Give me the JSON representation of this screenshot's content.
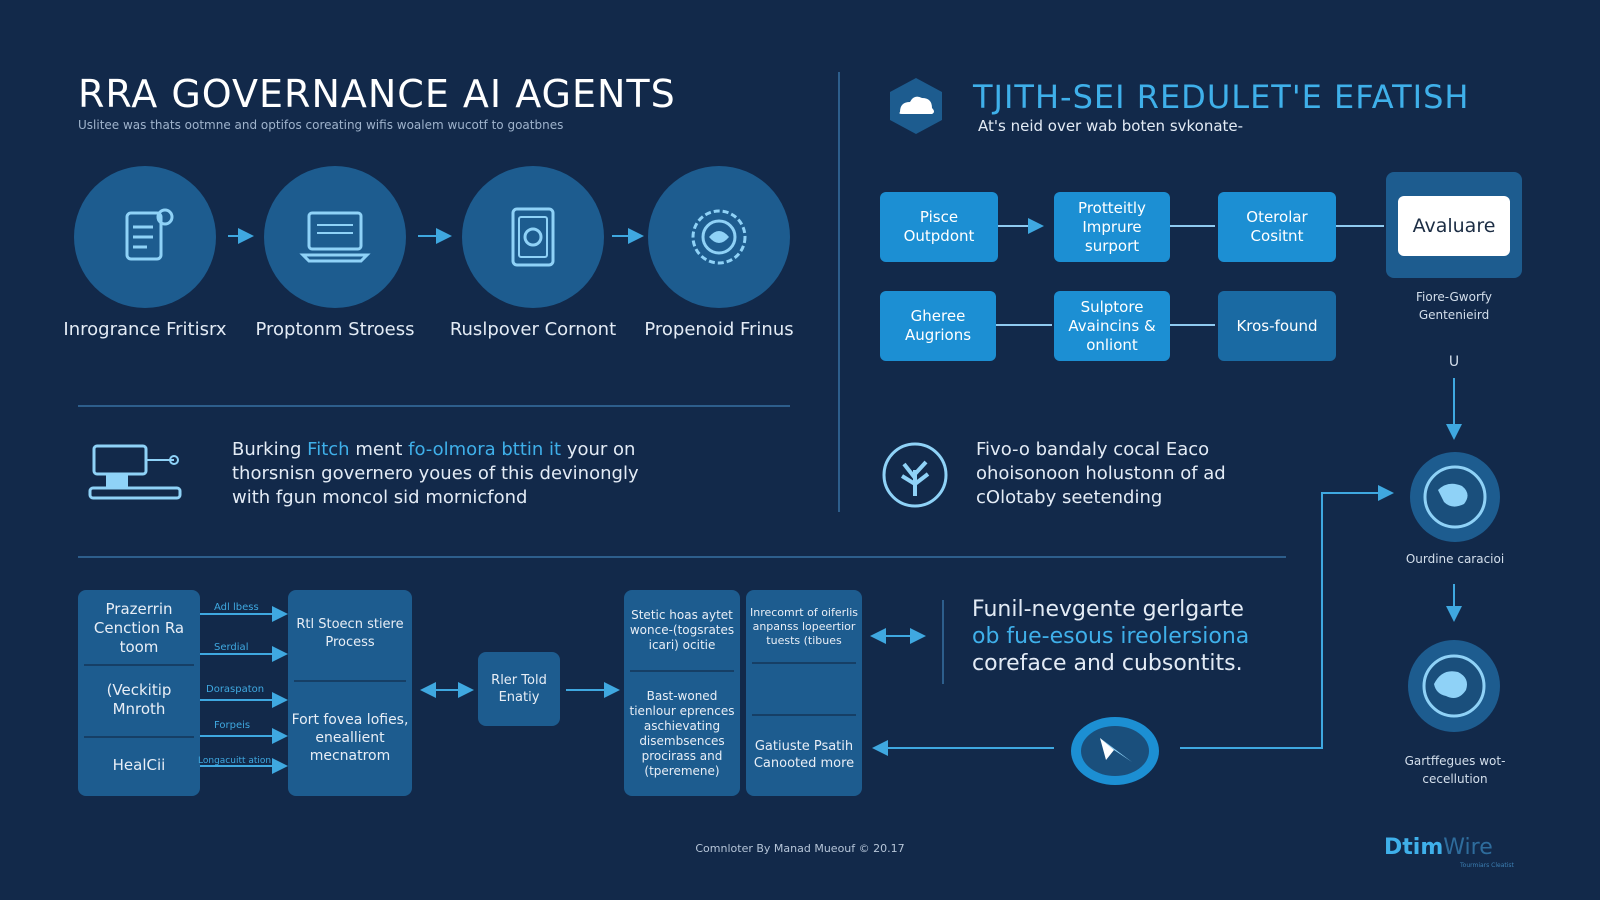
{
  "left": {
    "title": "RRA GOVERNANCE AI AGENTS",
    "subtitle": "Uslitee was thats ootmne and optifos coreating wifis woalem wucotf to goatbnes",
    "steps": [
      {
        "label": "Inrogrance Fritisrx",
        "icon": "document-icon"
      },
      {
        "label": "Proptonm Stroess",
        "icon": "laptop-icon"
      },
      {
        "label": "Ruslpover Cornont",
        "icon": "file-lock-icon"
      },
      {
        "label": "Propenoid Frinus",
        "icon": "globe-gear-icon"
      }
    ],
    "note": {
      "line1_a": "Burking",
      "line1_hl1": "Fitch",
      "line1_b": "ment",
      "line1_hl2": "fo-olmora bttin it",
      "line1_c": "your on",
      "line2": "thorsnisn governero youes of this devinongly",
      "line3": "with fgun moncol sid mornicfond",
      "icon": "machine-icon"
    }
  },
  "right": {
    "title": "TJITH-SEI REDULET'E EFATISH",
    "subtitle": "At's neid over wab boten svkonate-",
    "boxes": {
      "b1": "Pisce Outpdont",
      "b2": "Protteitly Imprure surport",
      "b3": "Oterolar Cositnt",
      "b4": "Avaluare",
      "b5": "Gheree Augrions",
      "b6": "Sulptore Avaincins & onliont",
      "b7": "Kros-found"
    },
    "side_label": "Fiore-Gworfy Gentenieird",
    "side_mark": "U",
    "note": {
      "line1": "Fivo-o bandaly cocal Eaco",
      "line2": "ohoisonoon holustonn of ad",
      "line3": "cOlotaby seetending",
      "icon": "tree-icon"
    },
    "globe1_label": "Ourdine caracioi",
    "globe2_label": "Gartffegues wot-cecellution"
  },
  "bottom": {
    "left_cells": [
      "Prazerrin Cenction Ra toom",
      "(Veckitip Mnroth",
      "HealCii"
    ],
    "arrow_labels": [
      "Adl lbess",
      "Serdial",
      "Doraspaton",
      "Forpeis",
      "Longacuitt ation"
    ],
    "mid_cells": [
      "Rtl Stoecn stiere Process",
      "Fort fovea lofies, eneallient mecnatrom"
    ],
    "center_box": "Rler Told Enatiy",
    "col1_cells": [
      "Stetic hoas aytet wonce-(togsrates icari) ocitie",
      "Bast-woned tienlour eprences aschievating disembsences procirass and (tperemene)"
    ],
    "col2_cells": [
      "Inrecomrt of oiferlis anpanss lopeertior tuests (tibues",
      "",
      "Gatiuste Psatih Canooted more"
    ],
    "para": {
      "line1": "Funil-nevgente gerlgarte",
      "line2": "ob fue-esous ireolersiona",
      "line3": "coreface and cubsontits."
    },
    "compass_icon": "compass-icon"
  },
  "footer": {
    "credit": "Comnloter By Manad  Mueouf © 20.17",
    "brand_a": "Dtim",
    "brand_b": "Wire",
    "brand_sub": "Tourmiars Cleatist"
  },
  "colors": {
    "background": "#12294a",
    "accent": "#3fb0ea",
    "box": "#1c8fd3",
    "panel": "#1d5c8f"
  }
}
